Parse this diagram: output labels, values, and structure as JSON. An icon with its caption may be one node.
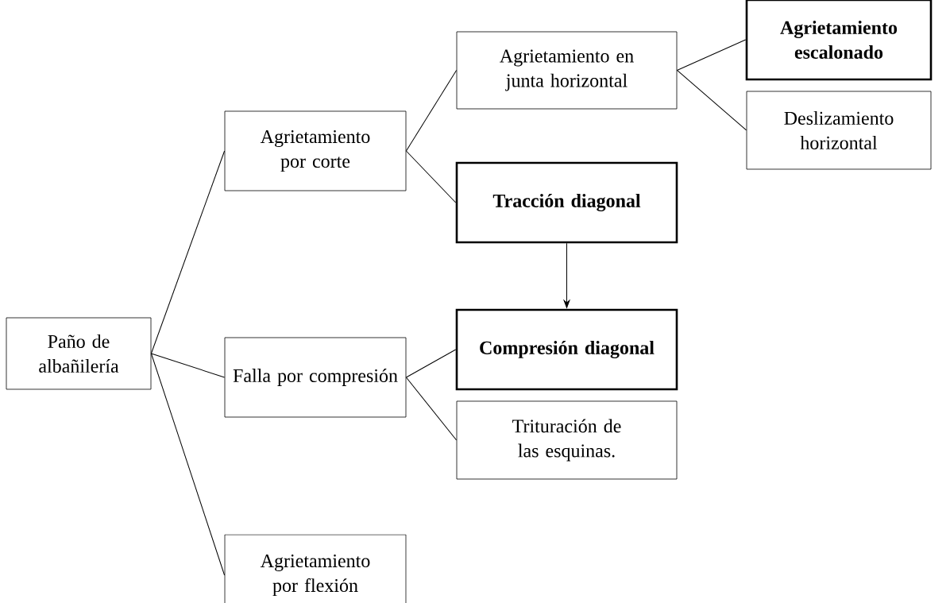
{
  "diagram": {
    "nodes": [
      {
        "text": [
          "Paño de albañilería"
        ]
      },
      {
        "text": [
          "Agrietamiento por corte"
        ]
      },
      {
        "text": [
          "Agrietamiento en junta horizontal"
        ]
      },
      {
        "text": [
          "Agrietamiento escalonado"
        ]
      },
      {
        "text": [
          "Deslizamiento horizontal"
        ]
      },
      {
        "text": [
          "Tracción diagonal"
        ]
      },
      {
        "text": [
          "Compresión diagonal"
        ]
      },
      {
        "text": [
          "Falla por compresión"
        ]
      },
      {
        "text": [
          "Trituración de las esquinas."
        ]
      },
      {
        "text": [
          "Agrietamiento por flexión"
        ]
      }
    ],
    "edges": [
      {
        "from": 0,
        "to": 1,
        "arrow": "none"
      },
      {
        "from": 0,
        "to": 7,
        "arrow": "none"
      },
      {
        "from": 0,
        "to": 9,
        "arrow": "none"
      },
      {
        "from": 1,
        "to": 2,
        "arrow": "none"
      },
      {
        "from": 1,
        "to": 5,
        "arrow": "none"
      },
      {
        "from": 2,
        "to": 3,
        "arrow": "none"
      },
      {
        "from": 2,
        "to": 4,
        "arrow": "none"
      },
      {
        "from": 5,
        "to": 6,
        "arrow": "to"
      },
      {
        "from": 7,
        "to": 6,
        "arrow": "none"
      },
      {
        "from": 7,
        "to": 8,
        "arrow": "none"
      }
    ]
  }
}
